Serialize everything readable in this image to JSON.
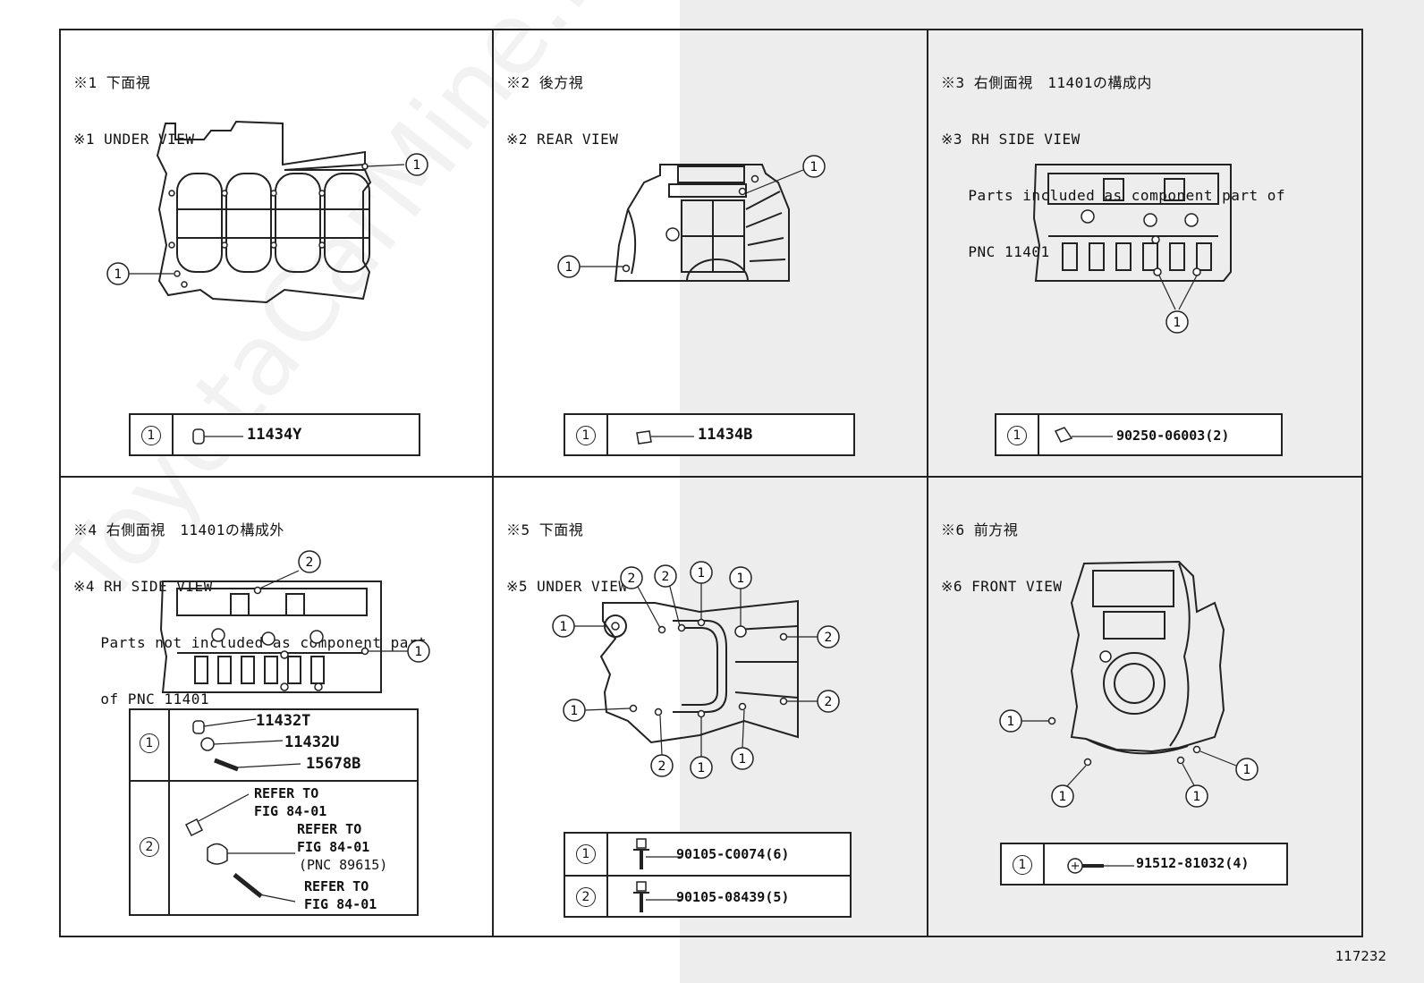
{
  "panels": [
    {
      "title_jp": "※1 下面視",
      "title_en": "※1 UNDER VIEW",
      "note1": "",
      "note2": "",
      "legend": [
        {
          "num": "1",
          "parts": [
            "11434Y"
          ]
        }
      ]
    },
    {
      "title_jp": "※2 後方視",
      "title_en": "※2 REAR VIEW",
      "note1": "",
      "note2": "",
      "legend": [
        {
          "num": "1",
          "parts": [
            "11434B"
          ]
        }
      ]
    },
    {
      "title_jp": "※3 右側面視　11401の構成内",
      "title_en": "※3 RH SIDE VIEW",
      "note1": "Parts included as component part of",
      "note2": "PNC 11401",
      "legend": [
        {
          "num": "1",
          "parts": [
            "90250-06003(2)"
          ]
        }
      ]
    },
    {
      "title_jp": "※4 右側面視　11401の構成外",
      "title_en": "※4 RH SIDE VIEW",
      "note1": "Parts not included as component part",
      "note2": "of PNC 11401",
      "legend": [
        {
          "num": "1",
          "parts": [
            "11432T",
            "11432U",
            "15678B"
          ]
        },
        {
          "num": "2",
          "parts": [
            "REFER TO",
            "FIG 84-01",
            "REFER TO",
            "FIG 84-01",
            "(PNC 89615)",
            "REFER TO",
            "FIG 84-01"
          ]
        }
      ]
    },
    {
      "title_jp": "※5 下面視",
      "title_en": "※5 UNDER VIEW",
      "note1": "",
      "note2": "",
      "legend": [
        {
          "num": "1",
          "parts": [
            "90105-C0074(6)"
          ]
        },
        {
          "num": "2",
          "parts": [
            "90105-08439(5)"
          ]
        }
      ]
    },
    {
      "title_jp": "※6 前方視",
      "title_en": "※6 FRONT VIEW",
      "note1": "",
      "note2": "",
      "legend": [
        {
          "num": "1",
          "parts": [
            "91512-81032(4)"
          ]
        }
      ]
    }
  ],
  "callout_labels": {
    "one": "1",
    "two": "2"
  },
  "watermark": "ToyotaCarMine.ru",
  "figure_number": "117232"
}
